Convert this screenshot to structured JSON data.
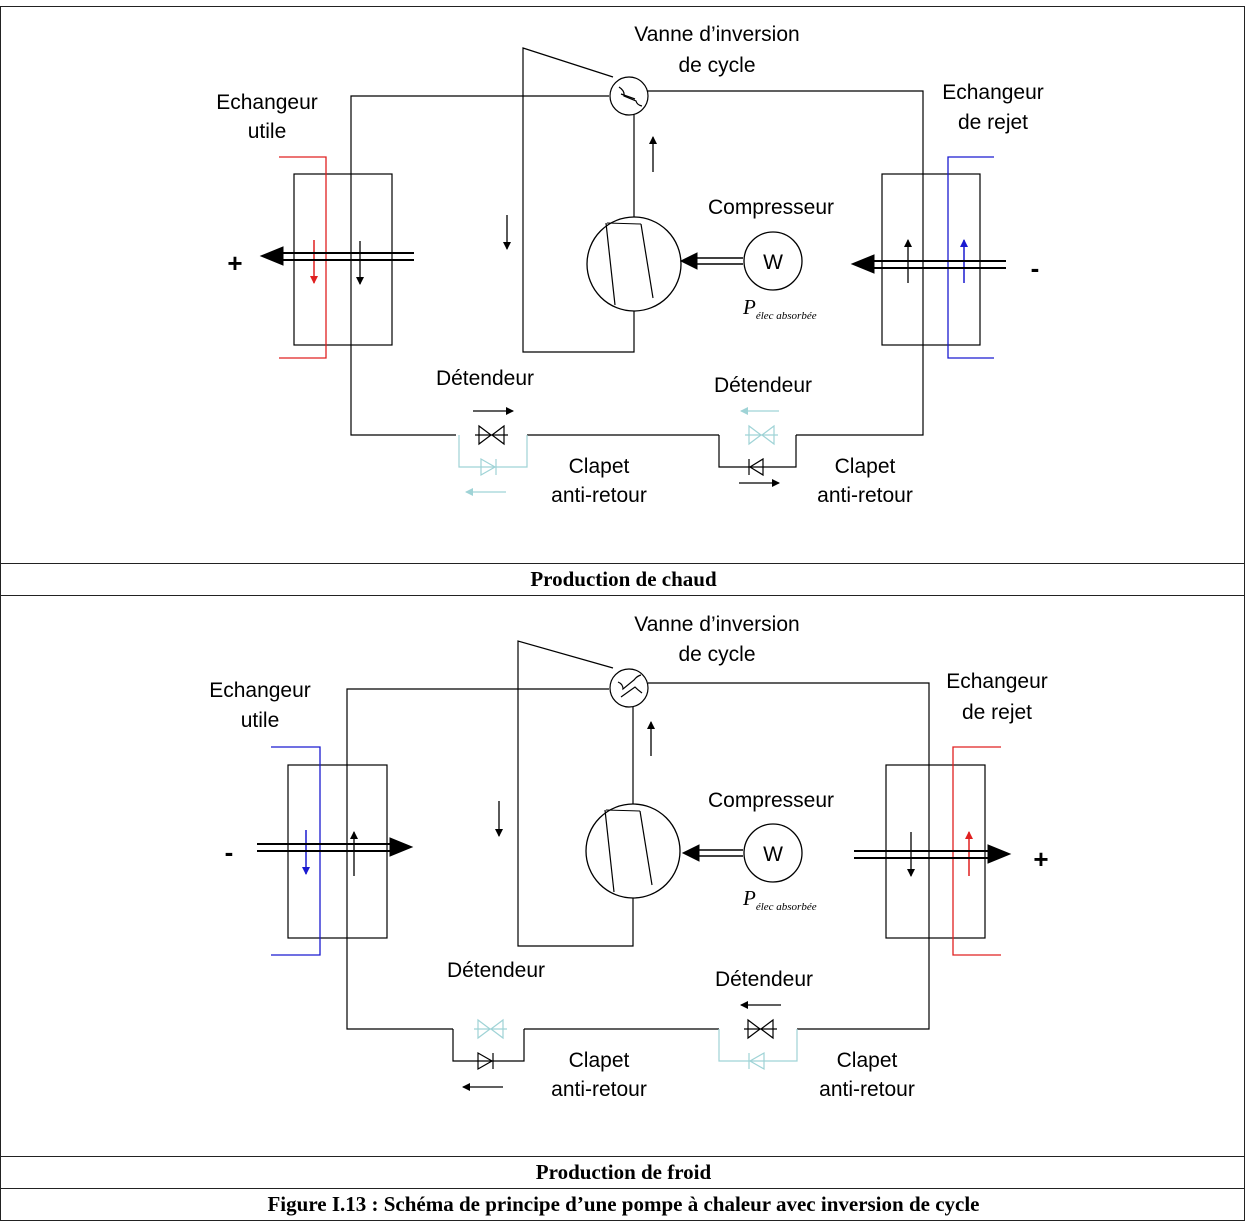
{
  "panels": [
    {
      "caption": "Production de chaud",
      "vanne": [
        "Vanne d’inversion",
        "de cycle"
      ],
      "echangeur_utile": [
        "Echangeur",
        "utile"
      ],
      "echangeur_rejet": [
        "Echangeur",
        "de rejet"
      ],
      "compresseur": "Compresseur",
      "moteur": "W",
      "puissance_main": "P",
      "puissance_sub": "élec absorbée",
      "detendeur_left": "Détendeur",
      "detendeur_right": "Détendeur",
      "clapet_left": [
        "Clapet",
        "anti-retour"
      ],
      "clapet_right": [
        "Clapet",
        "anti-retour"
      ],
      "sign_left": "+",
      "sign_right": "-"
    },
    {
      "caption": "Production de froid",
      "vanne": [
        "Vanne d’inversion",
        "de cycle"
      ],
      "echangeur_utile": [
        "Echangeur",
        "utile"
      ],
      "echangeur_rejet": [
        "Echangeur",
        "de rejet"
      ],
      "compresseur": "Compresseur",
      "moteur": "W",
      "puissance_main": "P",
      "puissance_sub": "élec absorbée",
      "detendeur_left": "Détendeur",
      "detendeur_right": "Détendeur",
      "clapet_left": [
        "Clapet",
        "anti-retour"
      ],
      "clapet_right": [
        "Clapet",
        "anti-retour"
      ],
      "sign_left": "-",
      "sign_right": "+"
    }
  ],
  "figure_caption": "Figure I.13 : Schéma de principe d’une pompe à chaleur avec inversion de cycle",
  "colors": {
    "hot": "#e02020",
    "cold": "#1a1ad0",
    "inactive": "#9fd3d6",
    "line": "#000000"
  }
}
